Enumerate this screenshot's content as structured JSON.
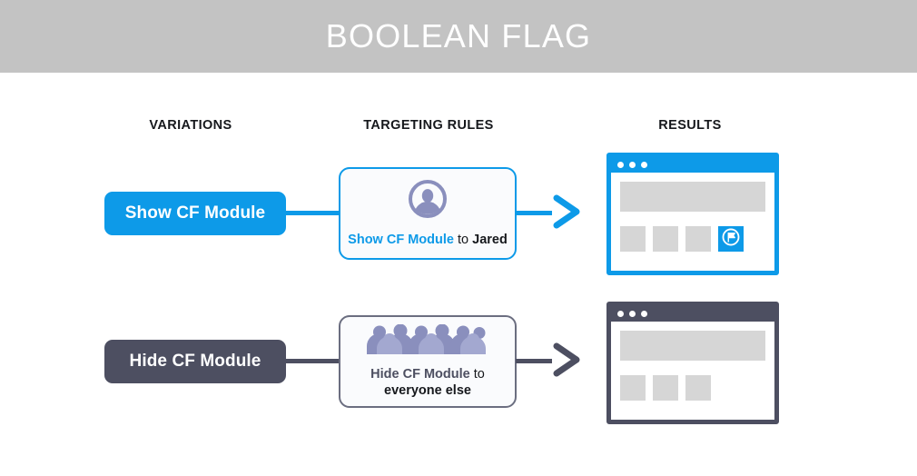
{
  "header": {
    "title": "BOOLEAN FLAG",
    "background_color": "#c3c3c3",
    "text_color": "#ffffff"
  },
  "columns": {
    "variations": "VARIATIONS",
    "targeting_rules": "TARGETING RULES",
    "results": "RESULTS"
  },
  "colors": {
    "blue": "#0d9ae8",
    "slate": "#4d4f61",
    "icon_purple": "#8a8fbd",
    "placeholder_grey": "#d6d6d6",
    "card_background": "#fafbfd"
  },
  "rows": [
    {
      "id": "show-row",
      "variation_label": "Show CF Module",
      "variation_color": "#0d9ae8",
      "rule": {
        "icon_name": "single-person-icon",
        "flag_text": "Show CF Module",
        "connector_text": "to",
        "target_text": "Jared"
      },
      "result": {
        "window_color": "#0d9ae8",
        "dots": 3,
        "tiles": 4,
        "cf_module_visible": true,
        "cf_icon_name": "cf-flag-icon"
      }
    },
    {
      "id": "hide-row",
      "variation_label": "Hide CF Module",
      "variation_color": "#4d4f61",
      "rule": {
        "icon_name": "crowd-of-people-icon",
        "flag_text": "Hide CF Module",
        "connector_text": "to",
        "target_text": "everyone else"
      },
      "result": {
        "window_color": "#4d4f61",
        "dots": 3,
        "tiles": 3,
        "cf_module_visible": false,
        "cf_icon_name": "cf-flag-icon"
      }
    }
  ]
}
